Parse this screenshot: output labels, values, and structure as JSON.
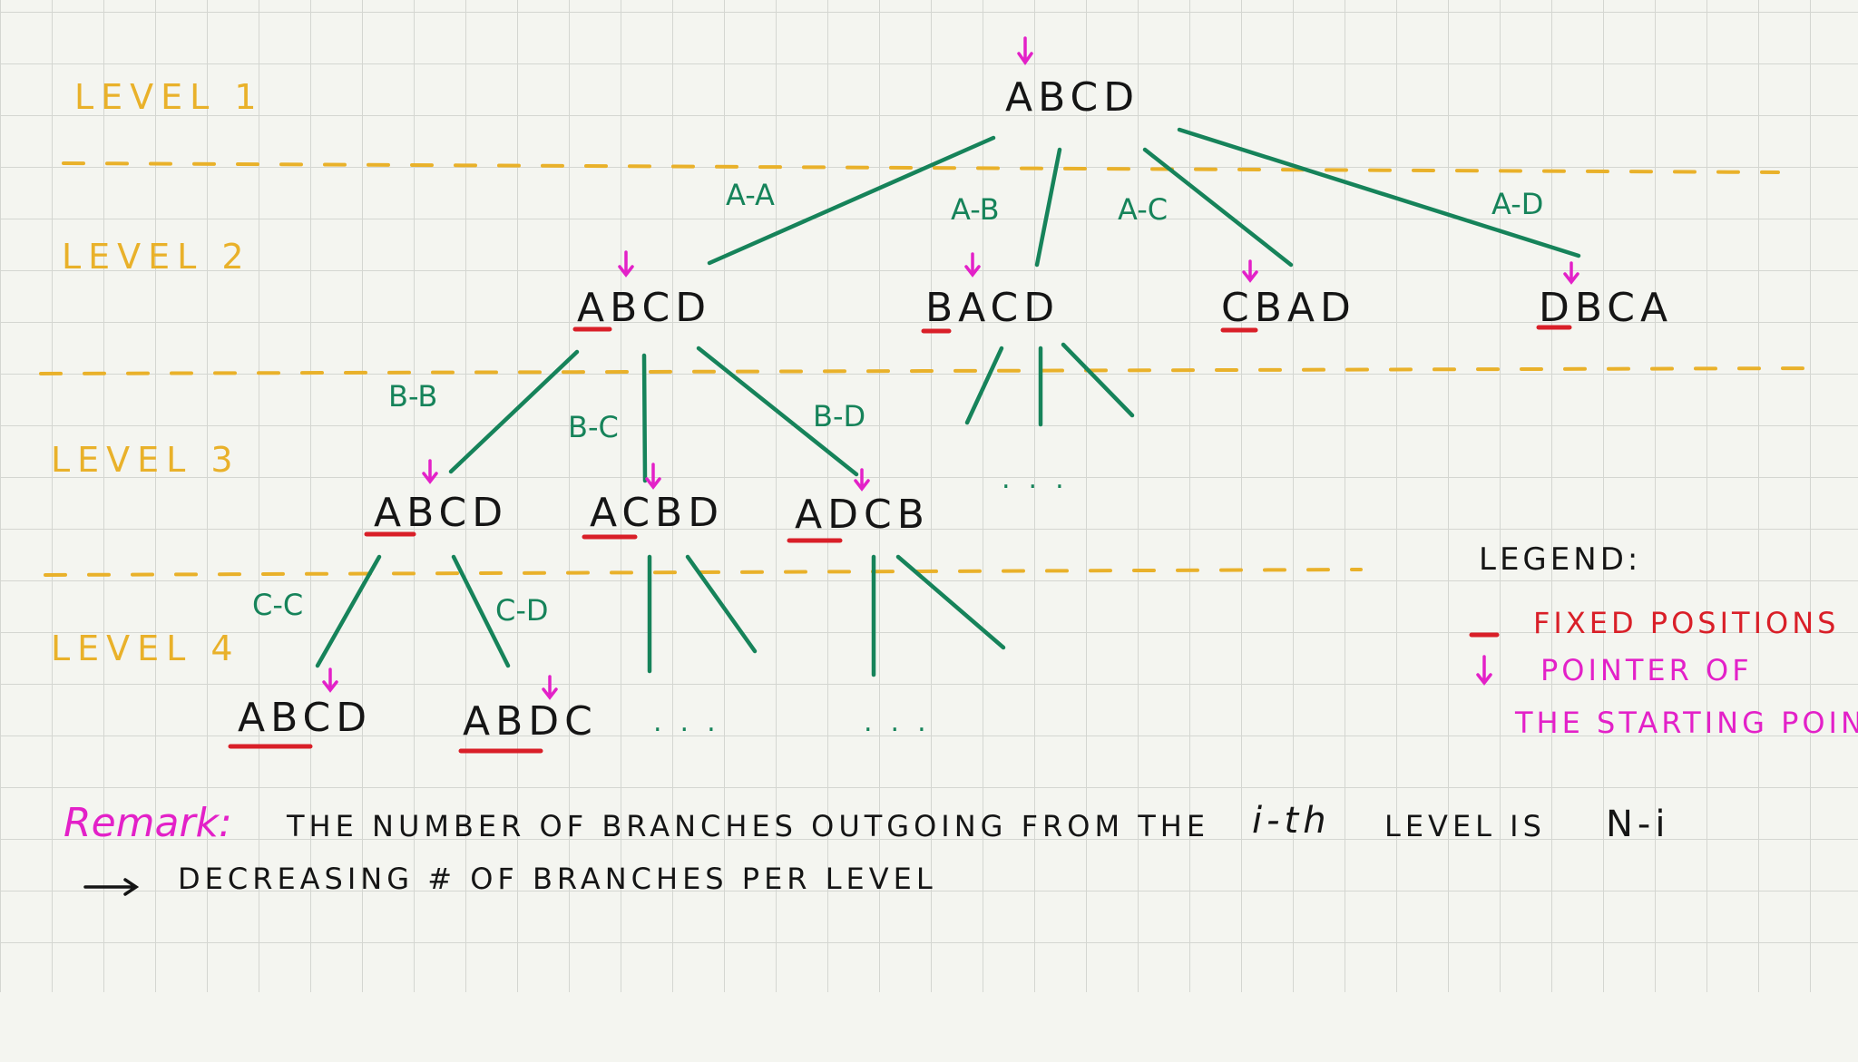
{
  "levels": {
    "l1": "LEVEL 1",
    "l2": "LEVEL 2",
    "l3": "LEVEL 3",
    "l4": "LEVEL 4"
  },
  "nodes": {
    "root": "ABCD",
    "l2": [
      "ABCD",
      "BACD",
      "CBAD",
      "DBCA"
    ],
    "l3": [
      "ABCD",
      "ACBD",
      "ADCB"
    ],
    "l4": [
      "ABCD",
      "ABDC"
    ]
  },
  "edge_labels": {
    "a_a": "A-A",
    "a_b": "A-B",
    "a_c": "A-C",
    "a_d": "A-D",
    "b_b": "B-B",
    "b_c": "B-C",
    "b_d": "B-D",
    "c_c": "C-C",
    "c_d": "C-D"
  },
  "ellipsis": "...",
  "legend": {
    "title": "LEGEND:",
    "fixed": "FIXED POSITIONS",
    "pointer_line1": "POINTER OF",
    "pointer_line2": "THE STARTING POINT"
  },
  "remark": {
    "label": "Remark:",
    "line1": "THE NUMBER OF BRANCHES OUTGOING FROM THE",
    "ith": "i-th",
    "line1_tail": "LEVEL IS",
    "formula": "N-i",
    "line2": "DECREASING # OF BRANCHES PER LEVEL"
  },
  "colors": {
    "background": "#f4f5f0",
    "grid": "#d4d6d1",
    "levels": "#e9b12a",
    "branches": "#16835a",
    "fixed_positions": "#d91f28",
    "pointer": "#e321c8",
    "text": "#151515"
  }
}
